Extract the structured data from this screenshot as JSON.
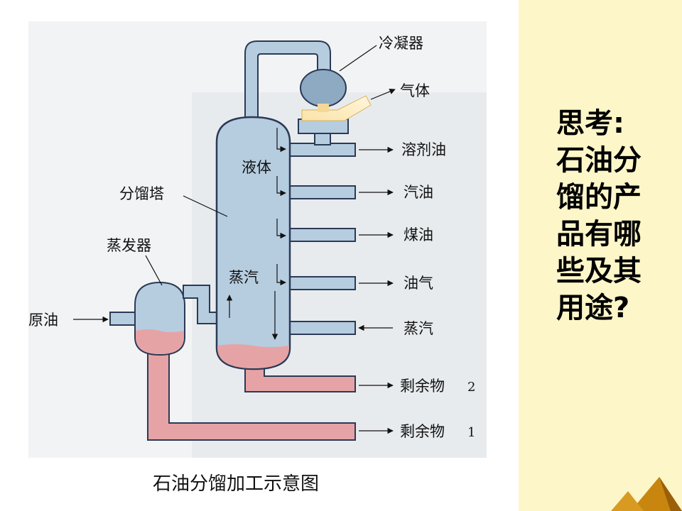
{
  "diagram": {
    "caption": "石油分馏加工示意图",
    "labels": {
      "condenser": "冷凝器",
      "gas": "气体",
      "solvent_oil": "溶剂油",
      "liquid": "液体",
      "column": "分馏塔",
      "gasoline": "汽油",
      "kerosene": "煤油",
      "evaporator": "蒸发器",
      "diesel_vapor": "油气",
      "steam_inside": "蒸汽",
      "crude_oil": "原油",
      "steam_in": "蒸汽",
      "residue2": "剩余物",
      "residue2_num": "2",
      "residue1": "剩余物",
      "residue1_num": "1"
    },
    "colors": {
      "vapor_blue": "#b6cde0",
      "vessel_outline": "#2b3a55",
      "liquid_pink": "#e6a3a6",
      "condenser_gas": "#f6d896",
      "panel_grey": "#e9ecef"
    }
  },
  "sidebar": {
    "lines": [
      "思考:",
      "石油分",
      "馏的产",
      "品有哪",
      "些及其",
      "用途?"
    ],
    "background": "#fdf6c8"
  }
}
